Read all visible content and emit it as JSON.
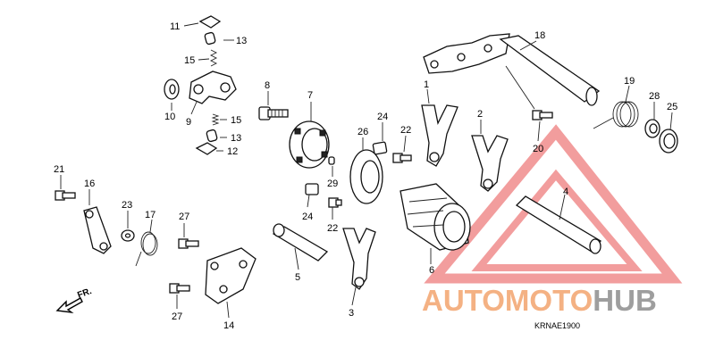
{
  "diagram": {
    "callouts": [
      "11",
      "13",
      "15",
      "10",
      "9",
      "8",
      "7",
      "15",
      "13",
      "12",
      "24",
      "26",
      "22",
      "1",
      "2",
      "18",
      "19",
      "28",
      "25",
      "20",
      "21",
      "16",
      "23",
      "17",
      "27",
      "24",
      "22",
      "29",
      "5",
      "6",
      "3",
      "4",
      "27",
      "14"
    ],
    "diagram_code": "KRNAE1900",
    "front_label": "FR."
  },
  "watermark": {
    "word_auto": "AUTO",
    "word_moto": "MOTO",
    "word_hub": "HUB",
    "color_primary": "#f4b183",
    "color_secondary": "#9e9e9e",
    "color_triangle": "#f08c8c"
  }
}
